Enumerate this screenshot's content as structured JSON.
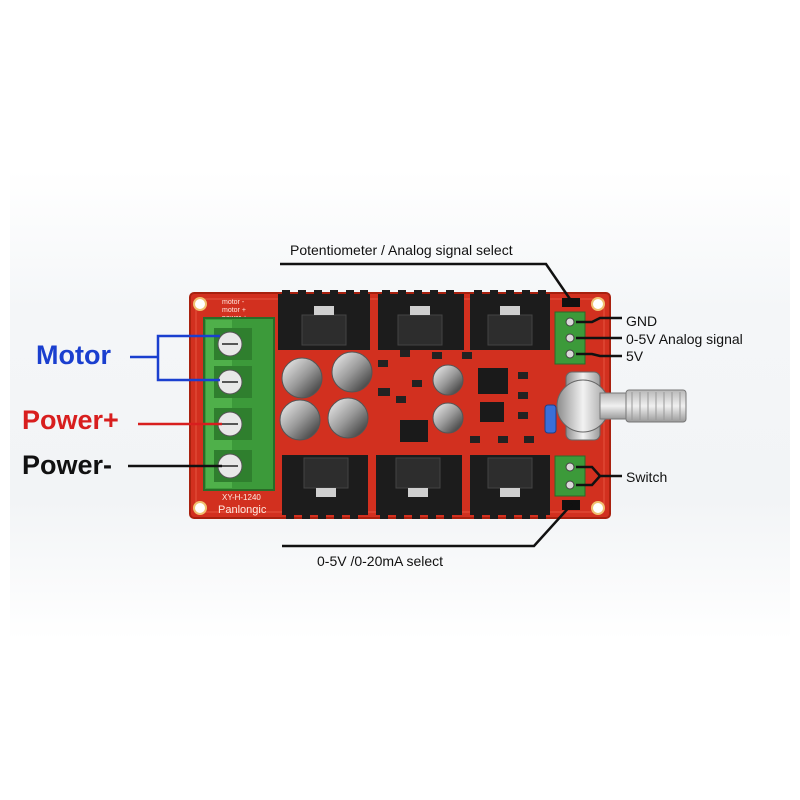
{
  "labels": {
    "motor": "Motor",
    "power_plus": "Power+",
    "power_minus": "Power-",
    "pot_select": "Potentiometer / Analog signal select",
    "gnd": "GND",
    "analog_signal": "0-5V Analog signal",
    "five_v": "5V",
    "switch": "Switch",
    "current_select": "0-5V /0-20mA select"
  },
  "board": {
    "model": "XY-H-1240",
    "brand": "Panlongic",
    "silk_motor_minus": "motor -",
    "silk_motor_plus": "motor +",
    "silk_power_plus": "power +"
  },
  "colors": {
    "motor_label": "#1a3fcf",
    "power_plus_label": "#d81e1e",
    "power_minus_label": "#111111",
    "pcb": "#d2301f",
    "heatsink": "#1c1c1c",
    "terminal": "#3c9a3a"
  }
}
